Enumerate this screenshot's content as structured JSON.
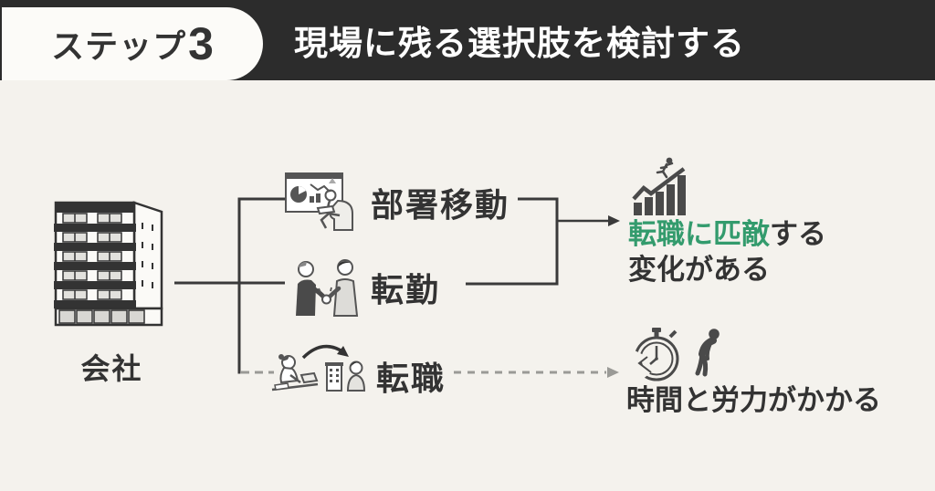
{
  "header": {
    "step_label": "ステップ",
    "step_number": "3",
    "title": "現場に残る選択肢を検討する"
  },
  "company": {
    "label": "会社"
  },
  "options": [
    {
      "label": "部署移動",
      "icon": "presentation-meeting-icon",
      "connector": "solid"
    },
    {
      "label": "転勤",
      "icon": "handshake-icon",
      "connector": "solid"
    },
    {
      "label": "転職",
      "icon": "job-search-icon",
      "connector": "dashed"
    }
  ],
  "outcomes": {
    "positive": {
      "icon": "growth-chart-runner-icon",
      "highlight": "転職に匹敵",
      "suffix": "する",
      "line2": "変化がある"
    },
    "negative": {
      "icons": [
        "cracked-stopwatch-icon",
        "tired-person-icon"
      ],
      "text": "時間と労力がかかる"
    }
  },
  "colors": {
    "header_bg": "#2c2c2c",
    "panel_bg": "#f4f2ed",
    "badge_bg": "#fcfbf8",
    "text_dark": "#333333",
    "accent_green": "#339b6d",
    "muted_line": "#9a9a96",
    "icon_gray": "#4a4a4a"
  }
}
